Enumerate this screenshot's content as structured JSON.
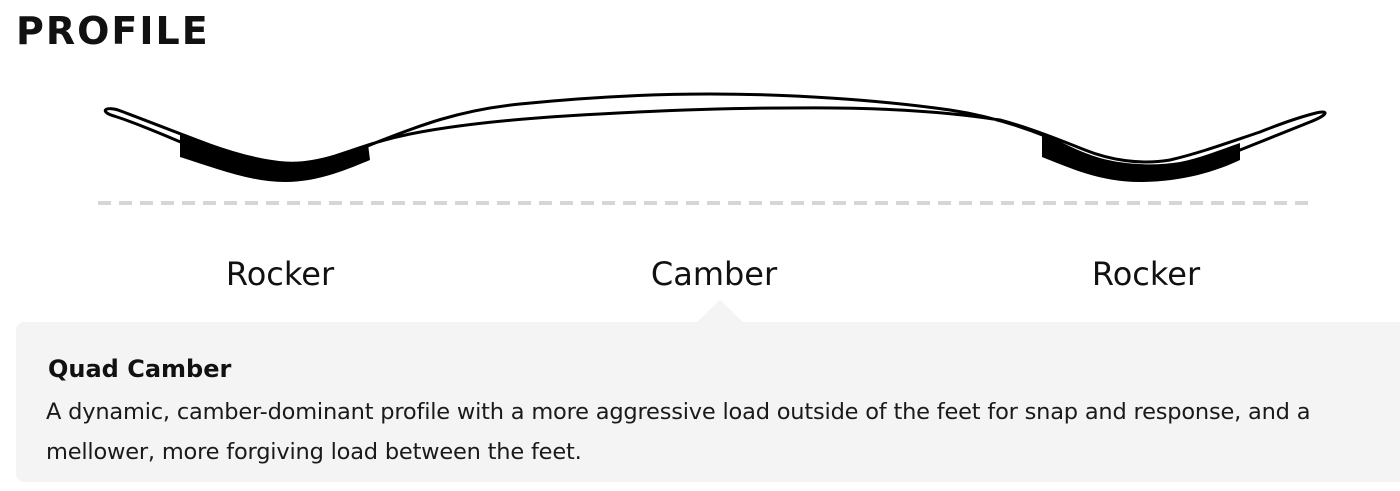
{
  "section": {
    "title": "PROFILE"
  },
  "profile": {
    "zones": [
      {
        "label": "Rocker"
      },
      {
        "label": "Camber"
      },
      {
        "label": "Rocker"
      }
    ]
  },
  "info": {
    "title": "Quad Camber",
    "body": "A dynamic, camber-dominant profile with a more aggressive load outside of the feet for snap and response, and a mellower, more forgiving load between the feet."
  },
  "colors": {
    "board_fill": "#ffffff",
    "board_outline": "#000000",
    "rocker_zone": "#000000",
    "baseline": "#d6d6d6",
    "panel_bg": "#f4f4f4",
    "text": "#111111"
  }
}
